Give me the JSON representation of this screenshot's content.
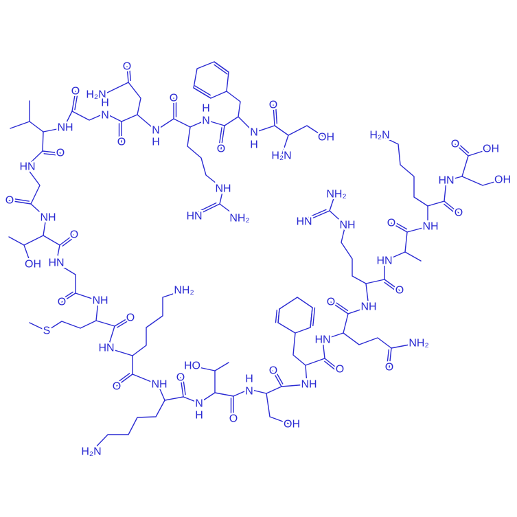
{
  "colors": {
    "ink": "#2a2ad2",
    "background": "#ffffff"
  },
  "labels": [
    "O",
    "NH",
    "HN",
    "O",
    "NH",
    "O",
    "OH",
    "HN",
    "O",
    "H₂N",
    "N",
    "H",
    "O",
    "O",
    "N",
    "H",
    "O",
    "N",
    "H",
    "O",
    "NH",
    "HN",
    "NH₂",
    "N",
    "H",
    "O",
    "H₂N",
    "OH",
    "H₂N",
    "O",
    "OH",
    "HN",
    "OH",
    "O",
    "NH",
    "O",
    "NH₂",
    "HN",
    "NH",
    "HN",
    "O",
    "NH",
    "O",
    "HN",
    "NH₂",
    "O",
    "O",
    "NH",
    "O",
    "OH",
    "O",
    "NH",
    "O",
    "S",
    "NH₂",
    "HN",
    "O",
    "NH",
    "O",
    "N",
    "H",
    "HO",
    "O",
    "H",
    "N",
    "H₂N"
  ]
}
